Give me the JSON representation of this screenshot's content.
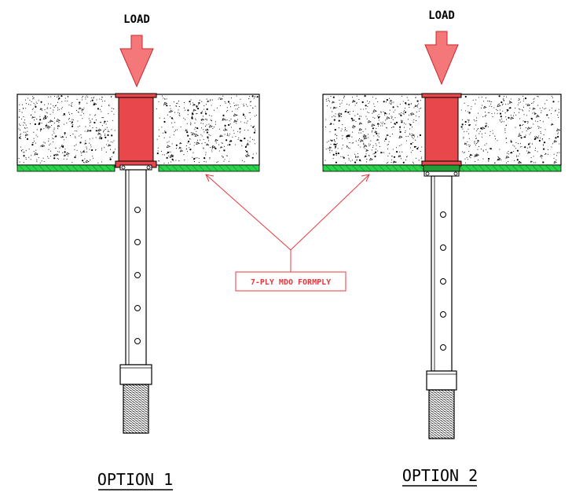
{
  "labels": {
    "load_left": "LOAD",
    "load_right": "LOAD",
    "callout": "7-PLY MDO FORMPLY",
    "option_1": "OPTION 1",
    "option_2": "OPTION 2"
  },
  "colors": {
    "load_arrow": "#f4787a",
    "spreader_fill": "#e8474c",
    "formply": "#29d34a",
    "callout_line": "#e8383e",
    "outline": "#000000"
  }
}
